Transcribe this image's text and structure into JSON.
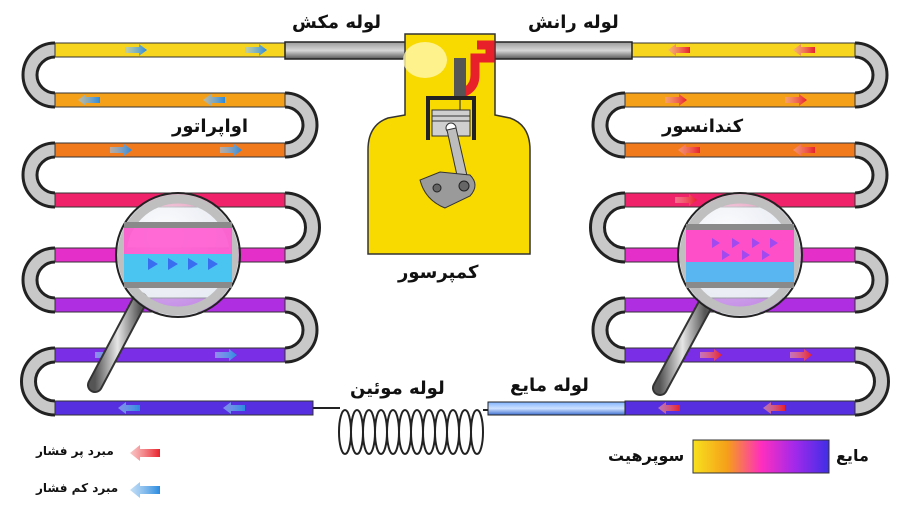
{
  "labels": {
    "suction_pipe": "لوله مکش",
    "discharge_pipe": "لوله رانش",
    "evaporator": "اواپراتور",
    "condenser": "کندانسور",
    "compressor": "کمپرسور",
    "capillary_tube": "لوله موئین",
    "liquid_pipe": "لوله مایع"
  },
  "legend": {
    "high_pressure": "مبرد پر فشار",
    "low_pressure": "مبرد کم فشار",
    "gradient_left": "سوپرهیت",
    "gradient_right": "مایع"
  },
  "colors": {
    "high_pressure_arrow": "#e8202a",
    "low_pressure_arrow": "#2a8ae0",
    "superheat": "#f7d51e",
    "liquid": "#5a1ee8"
  }
}
